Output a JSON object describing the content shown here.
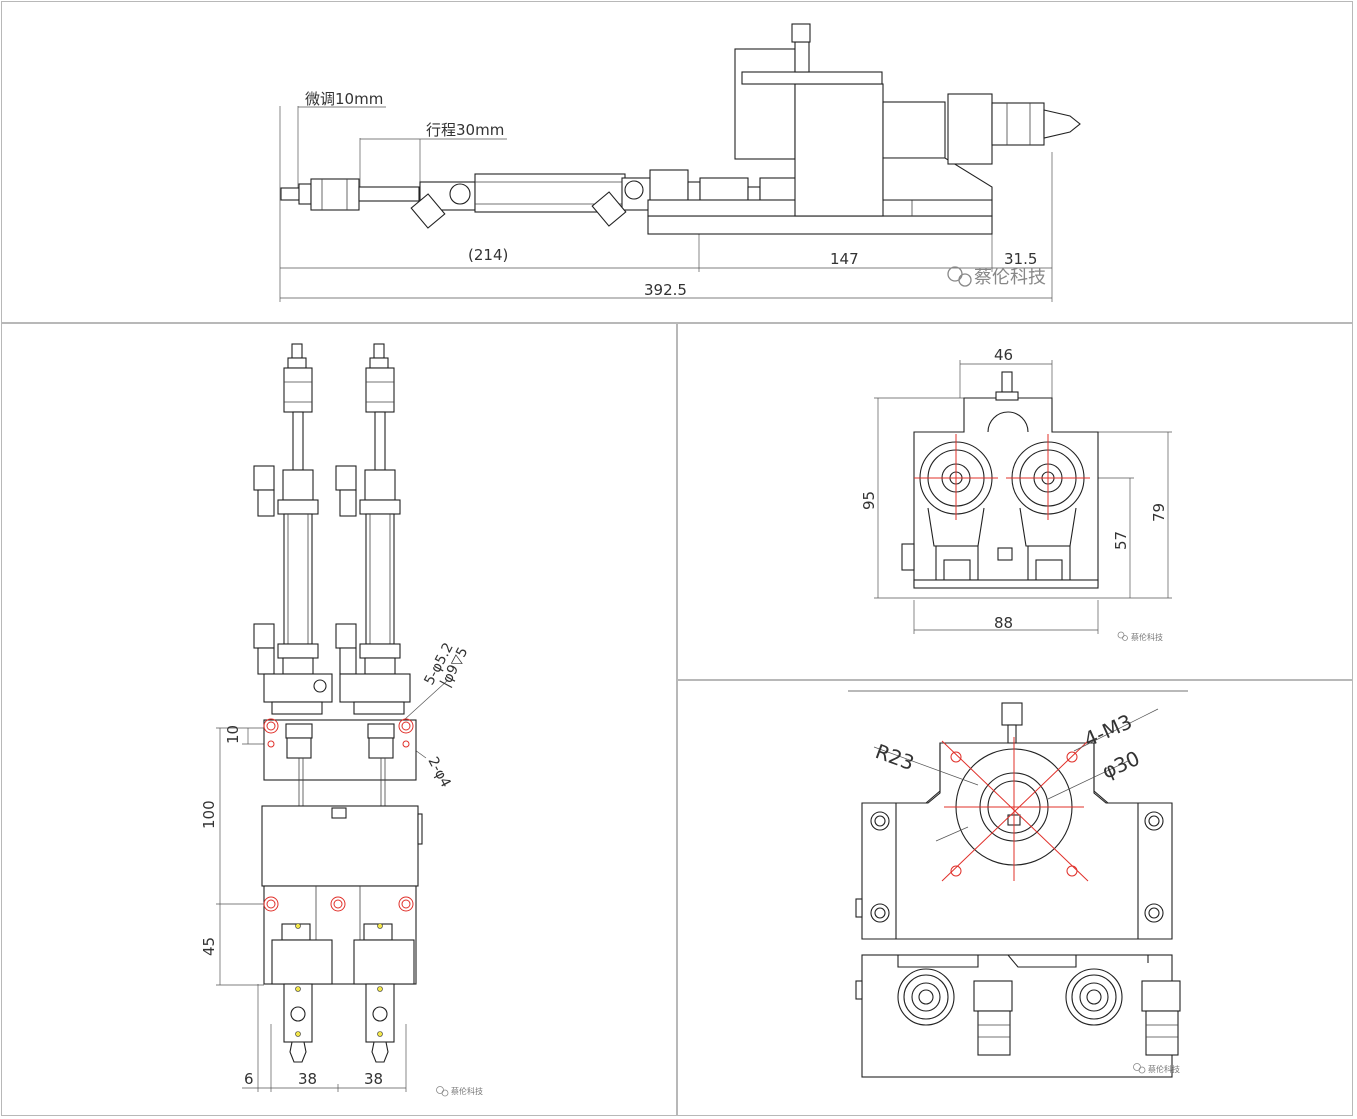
{
  "top_view": {
    "label_fine_adjust": "微调10mm",
    "label_stroke": "行程30mm",
    "dim_214": "(214)",
    "dim_147": "147",
    "dim_31_5": "31.5",
    "dim_392_5": "392.5",
    "watermark": "蔡伦科技"
  },
  "front_view": {
    "dim_hole_a": "5-φ5.2",
    "dim_hole_b": "|φ9▽5",
    "dim_pin": "2-φ4",
    "dim_10": "10",
    "dim_100": "100",
    "dim_45": "45",
    "dim_6": "6",
    "dim_38a": "38",
    "dim_38b": "38",
    "watermark": "蔡伦科技"
  },
  "side_view": {
    "dim_46": "46",
    "dim_95": "95",
    "dim_57": "57",
    "dim_79": "79",
    "dim_88": "88",
    "watermark": "蔡伦科技"
  },
  "rear_view": {
    "dim_r23": "R23",
    "dim_m3": "4-M3",
    "dim_phi30": "φ30",
    "watermark": "蔡伦科技"
  }
}
